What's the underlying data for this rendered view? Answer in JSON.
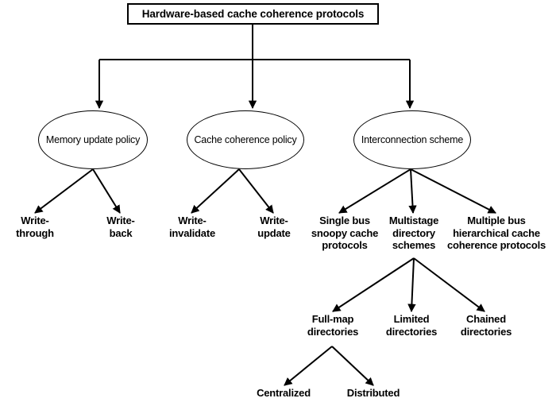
{
  "diagram": {
    "title": "Hardware-based cache coherence protocols",
    "type": "tree-taxonomy",
    "background_color": "#ffffff",
    "line_color": "#000000",
    "text_color": "#000000"
  },
  "root": {
    "label": "Hardware-based cache coherence protocols",
    "shape": "rectangle"
  },
  "categories": [
    {
      "label": "Memory update policy",
      "shape": "ellipse"
    },
    {
      "label": "Cache coherence policy",
      "shape": "ellipse"
    },
    {
      "label": "Interconnection scheme",
      "shape": "ellipse"
    }
  ],
  "leaves": {
    "memory_update_policy": [
      {
        "lines": [
          "Write-",
          "through"
        ]
      },
      {
        "lines": [
          "Write-",
          "back"
        ]
      }
    ],
    "cache_coherence_policy": [
      {
        "lines": [
          "Write-",
          "invalidate"
        ]
      },
      {
        "lines": [
          "Write-",
          "update"
        ]
      }
    ],
    "interconnection_scheme": [
      {
        "lines": [
          "Single bus",
          "snoopy cache",
          "protocols"
        ]
      },
      {
        "lines": [
          "Multistage",
          "directory",
          "schemes"
        ]
      },
      {
        "lines": [
          "Multiple bus",
          "hierarchical cache",
          "coherence protocols"
        ]
      }
    ],
    "multistage_directory_schemes": [
      {
        "lines": [
          "Full-map",
          "directories"
        ]
      },
      {
        "lines": [
          "Limited",
          "directories"
        ]
      },
      {
        "lines": [
          "Chained",
          "directories"
        ]
      }
    ],
    "full_map_directories": [
      {
        "lines": [
          "Centralized"
        ]
      },
      {
        "lines": [
          "Distributed"
        ]
      }
    ]
  }
}
